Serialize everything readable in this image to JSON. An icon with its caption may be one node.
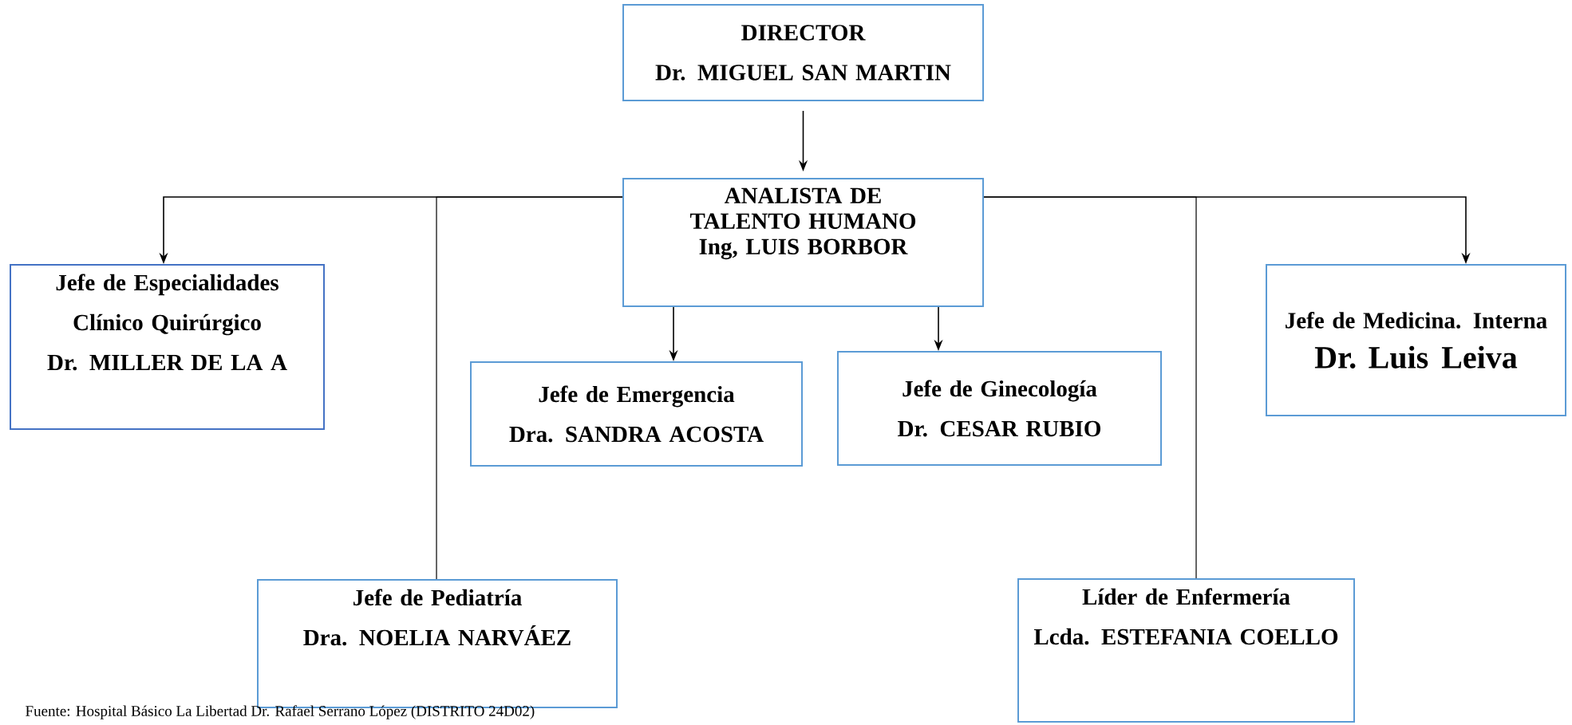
{
  "diagram": {
    "nodes": [
      {
        "text": [
          "DIRECTOR",
          "Dr. MIGUEL SAN MARTIN"
        ]
      },
      {
        "text": [
          "ANALISTA DE TALENTO HUMANO",
          "Ing, LUIS BORBOR"
        ]
      },
      {
        "text": [
          "Jefe de Especialidades Clínico Quirúrgico",
          "Dr. MILLER DE LA A"
        ]
      },
      {
        "text": [
          "Jefe de Emergencia",
          "Dra. SANDRA ACOSTA"
        ]
      },
      {
        "text": [
          "Jefe de Ginecología",
          "Dr. CESAR RUBIO"
        ]
      },
      {
        "text": [
          "Jefe de Medicina. Interna",
          "Dr. Luis Leiva"
        ]
      },
      {
        "text": [
          "Jefe de Pediatría",
          "Dra. NOELIA NARVÁEZ"
        ]
      },
      {
        "text": [
          "Líder de Enfermería",
          "Lcda. ESTEFANIA COELLO"
        ]
      }
    ],
    "edges": [
      {
        "from": 0,
        "to": 1,
        "arrow": "to"
      },
      {
        "from": 1,
        "to": 2,
        "arrow": "to"
      },
      {
        "from": 1,
        "to": 6,
        "arrow": "none"
      },
      {
        "from": 1,
        "to": 3,
        "arrow": "to"
      },
      {
        "from": 1,
        "to": 4,
        "arrow": "to"
      },
      {
        "from": 1,
        "to": 7,
        "arrow": "none"
      },
      {
        "from": 1,
        "to": 5,
        "arrow": "to"
      }
    ],
    "labels": [
      "Fuente: Hospital Básico La Libertad Dr. Rafael Serrano López (DISTRITO 24D02)"
    ]
  }
}
